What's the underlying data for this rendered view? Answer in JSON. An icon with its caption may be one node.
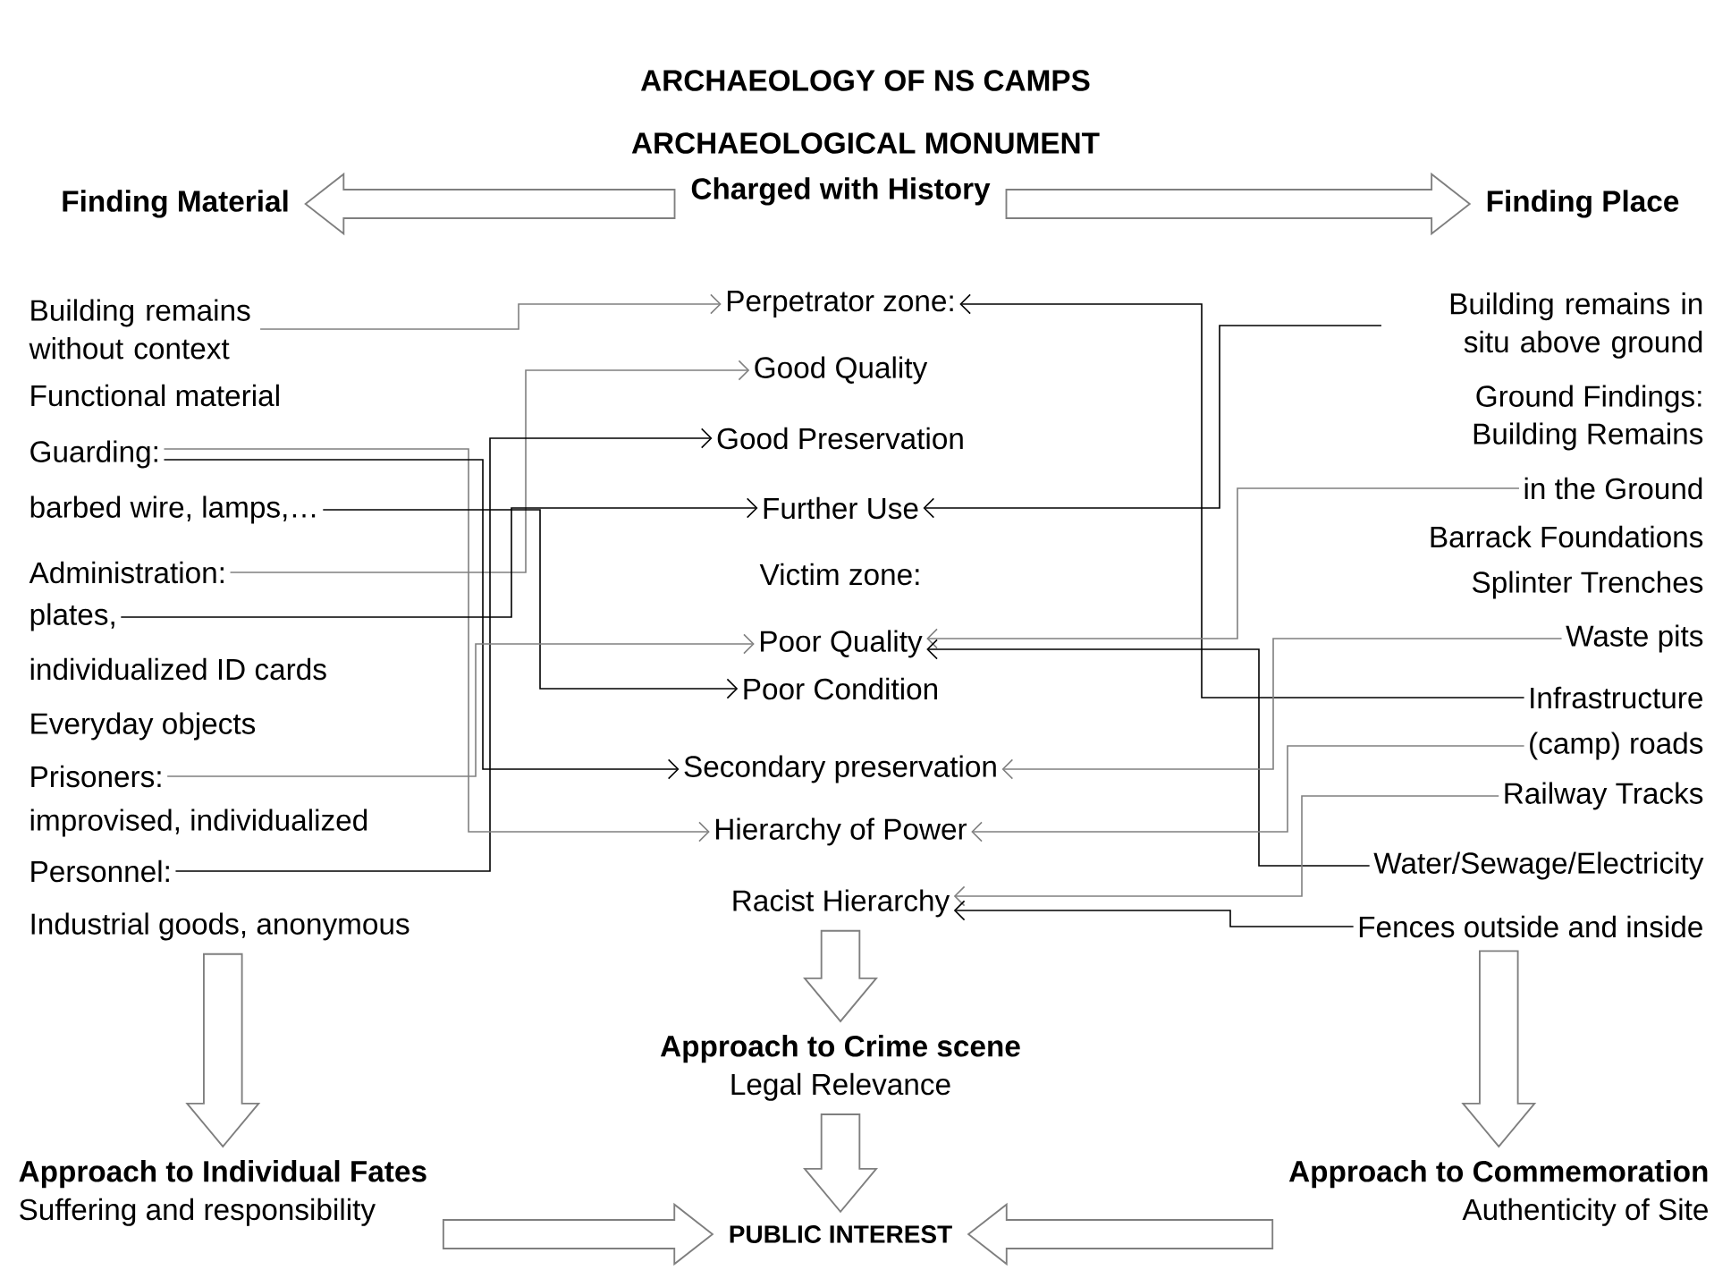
{
  "diagram": {
    "title": "ARCHAEOLOGY OF NS CAMPS",
    "nodes": [
      {
        "text": [
          "Charged with History"
        ]
      },
      {
        "text": [
          "Finding Material"
        ]
      },
      {
        "text": [
          "Finding Place"
        ]
      },
      {
        "text": [
          "Building remains without context"
        ]
      },
      {
        "text": [
          "Functional material"
        ]
      },
      {
        "text": [
          "Guarding:"
        ]
      },
      {
        "text": [
          "barbed wire, lamps,…"
        ]
      },
      {
        "text": [
          "Administration:"
        ]
      },
      {
        "text": [
          "plates,"
        ]
      },
      {
        "text": [
          "individualized ID cards"
        ]
      },
      {
        "text": [
          "Everyday objects"
        ]
      },
      {
        "text": [
          "Prisoners:"
        ]
      },
      {
        "text": [
          "improvised, individualized"
        ]
      },
      {
        "text": [
          "Personnel:"
        ]
      },
      {
        "text": [
          "Industrial goods, anonymous"
        ]
      },
      {
        "text": [
          "Perpetrator zone:"
        ]
      },
      {
        "text": [
          "Good Quality"
        ]
      },
      {
        "text": [
          "Good Preservation"
        ]
      },
      {
        "text": [
          "Further Use"
        ]
      },
      {
        "text": [
          "Victim zone:"
        ]
      },
      {
        "text": [
          "Poor Quality"
        ]
      },
      {
        "text": [
          "Poor Condition"
        ]
      },
      {
        "text": [
          "Secondary preservation"
        ]
      },
      {
        "text": [
          "Hierarchy of Power"
        ]
      },
      {
        "text": [
          "Racist Hierarchy"
        ]
      },
      {
        "text": [
          "Building remains in situ above ground"
        ]
      },
      {
        "text": [
          "Ground Findings:"
        ]
      },
      {
        "text": [
          "Building Remains"
        ]
      },
      {
        "text": [
          "in the Ground"
        ]
      },
      {
        "text": [
          "Barrack Foundations"
        ]
      },
      {
        "text": [
          "Splinter Trenches"
        ]
      },
      {
        "text": [
          "Waste pits"
        ]
      },
      {
        "text": [
          "Infrastructure"
        ]
      },
      {
        "text": [
          "(camp) roads"
        ]
      },
      {
        "text": [
          "Railway Tracks"
        ]
      },
      {
        "text": [
          "Water/Sewage/Electricity"
        ]
      },
      {
        "text": [
          "Fences outside and inside"
        ]
      },
      {
        "text": [
          "Approach to Crime scene",
          "Legal Relevance"
        ]
      },
      {
        "text": [
          "Approach to Individual Fates",
          "Suffering and responsibility"
        ]
      },
      {
        "text": [
          "Approach to Commemoration",
          "Authenticity of Site"
        ]
      },
      {
        "text": [
          "PUBLIC INTEREST"
        ]
      }
    ],
    "edges": [
      {
        "from": 0,
        "to": 1,
        "arrow": "to",
        "style": "thick",
        "color": "#7f7f7f"
      },
      {
        "from": 0,
        "to": 2,
        "arrow": "to",
        "style": "thick",
        "color": "#7f7f7f"
      },
      {
        "from": 3,
        "to": 15,
        "arrow": "to",
        "color": "#808080"
      },
      {
        "from": 7,
        "to": 16,
        "arrow": "to",
        "color": "#808080"
      },
      {
        "from": 13,
        "to": 17,
        "arrow": "to",
        "color": "#000000"
      },
      {
        "from": 5,
        "to": 23,
        "arrow": "to",
        "color": "#808080"
      },
      {
        "from": 6,
        "to": 21,
        "arrow": "to",
        "color": "#000000"
      },
      {
        "from": 5,
        "to": 22,
        "arrow": "to",
        "color": "#000000"
      },
      {
        "from": 8,
        "to": 18,
        "arrow": "to",
        "color": "#000000"
      },
      {
        "from": 11,
        "to": 20,
        "arrow": "to",
        "color": "#808080"
      },
      {
        "from": 25,
        "to": 18,
        "arrow": "to",
        "color": "#000000"
      },
      {
        "from": 32,
        "to": 15,
        "arrow": "to",
        "color": "#000000"
      },
      {
        "from": 28,
        "to": 20,
        "arrow": "to",
        "color": "#808080"
      },
      {
        "from": 35,
        "to": 20,
        "arrow": "to",
        "color": "#000000"
      },
      {
        "from": 31,
        "to": 22,
        "arrow": "to",
        "color": "#808080"
      },
      {
        "from": 33,
        "to": 23,
        "arrow": "to",
        "color": "#808080"
      },
      {
        "from": 34,
        "to": 24,
        "arrow": "to",
        "color": "#808080"
      },
      {
        "from": 36,
        "to": 24,
        "arrow": "to",
        "color": "#000000"
      },
      {
        "from": 14,
        "to": 38,
        "arrow": "to",
        "style": "thick",
        "color": "#7f7f7f"
      },
      {
        "from": 24,
        "to": 37,
        "arrow": "to",
        "style": "thick",
        "color": "#7f7f7f"
      },
      {
        "from": 36,
        "to": 39,
        "arrow": "to",
        "style": "thick",
        "color": "#7f7f7f"
      },
      {
        "from": 37,
        "to": 40,
        "arrow": "to",
        "style": "thick",
        "color": "#7f7f7f"
      },
      {
        "from": 38,
        "to": 40,
        "arrow": "to",
        "style": "thick",
        "color": "#7f7f7f"
      },
      {
        "from": 39,
        "to": 40,
        "arrow": "to",
        "style": "thick",
        "color": "#7f7f7f"
      }
    ],
    "labels": [
      "ARCHAEOLOGICAL MONUMENT"
    ]
  }
}
